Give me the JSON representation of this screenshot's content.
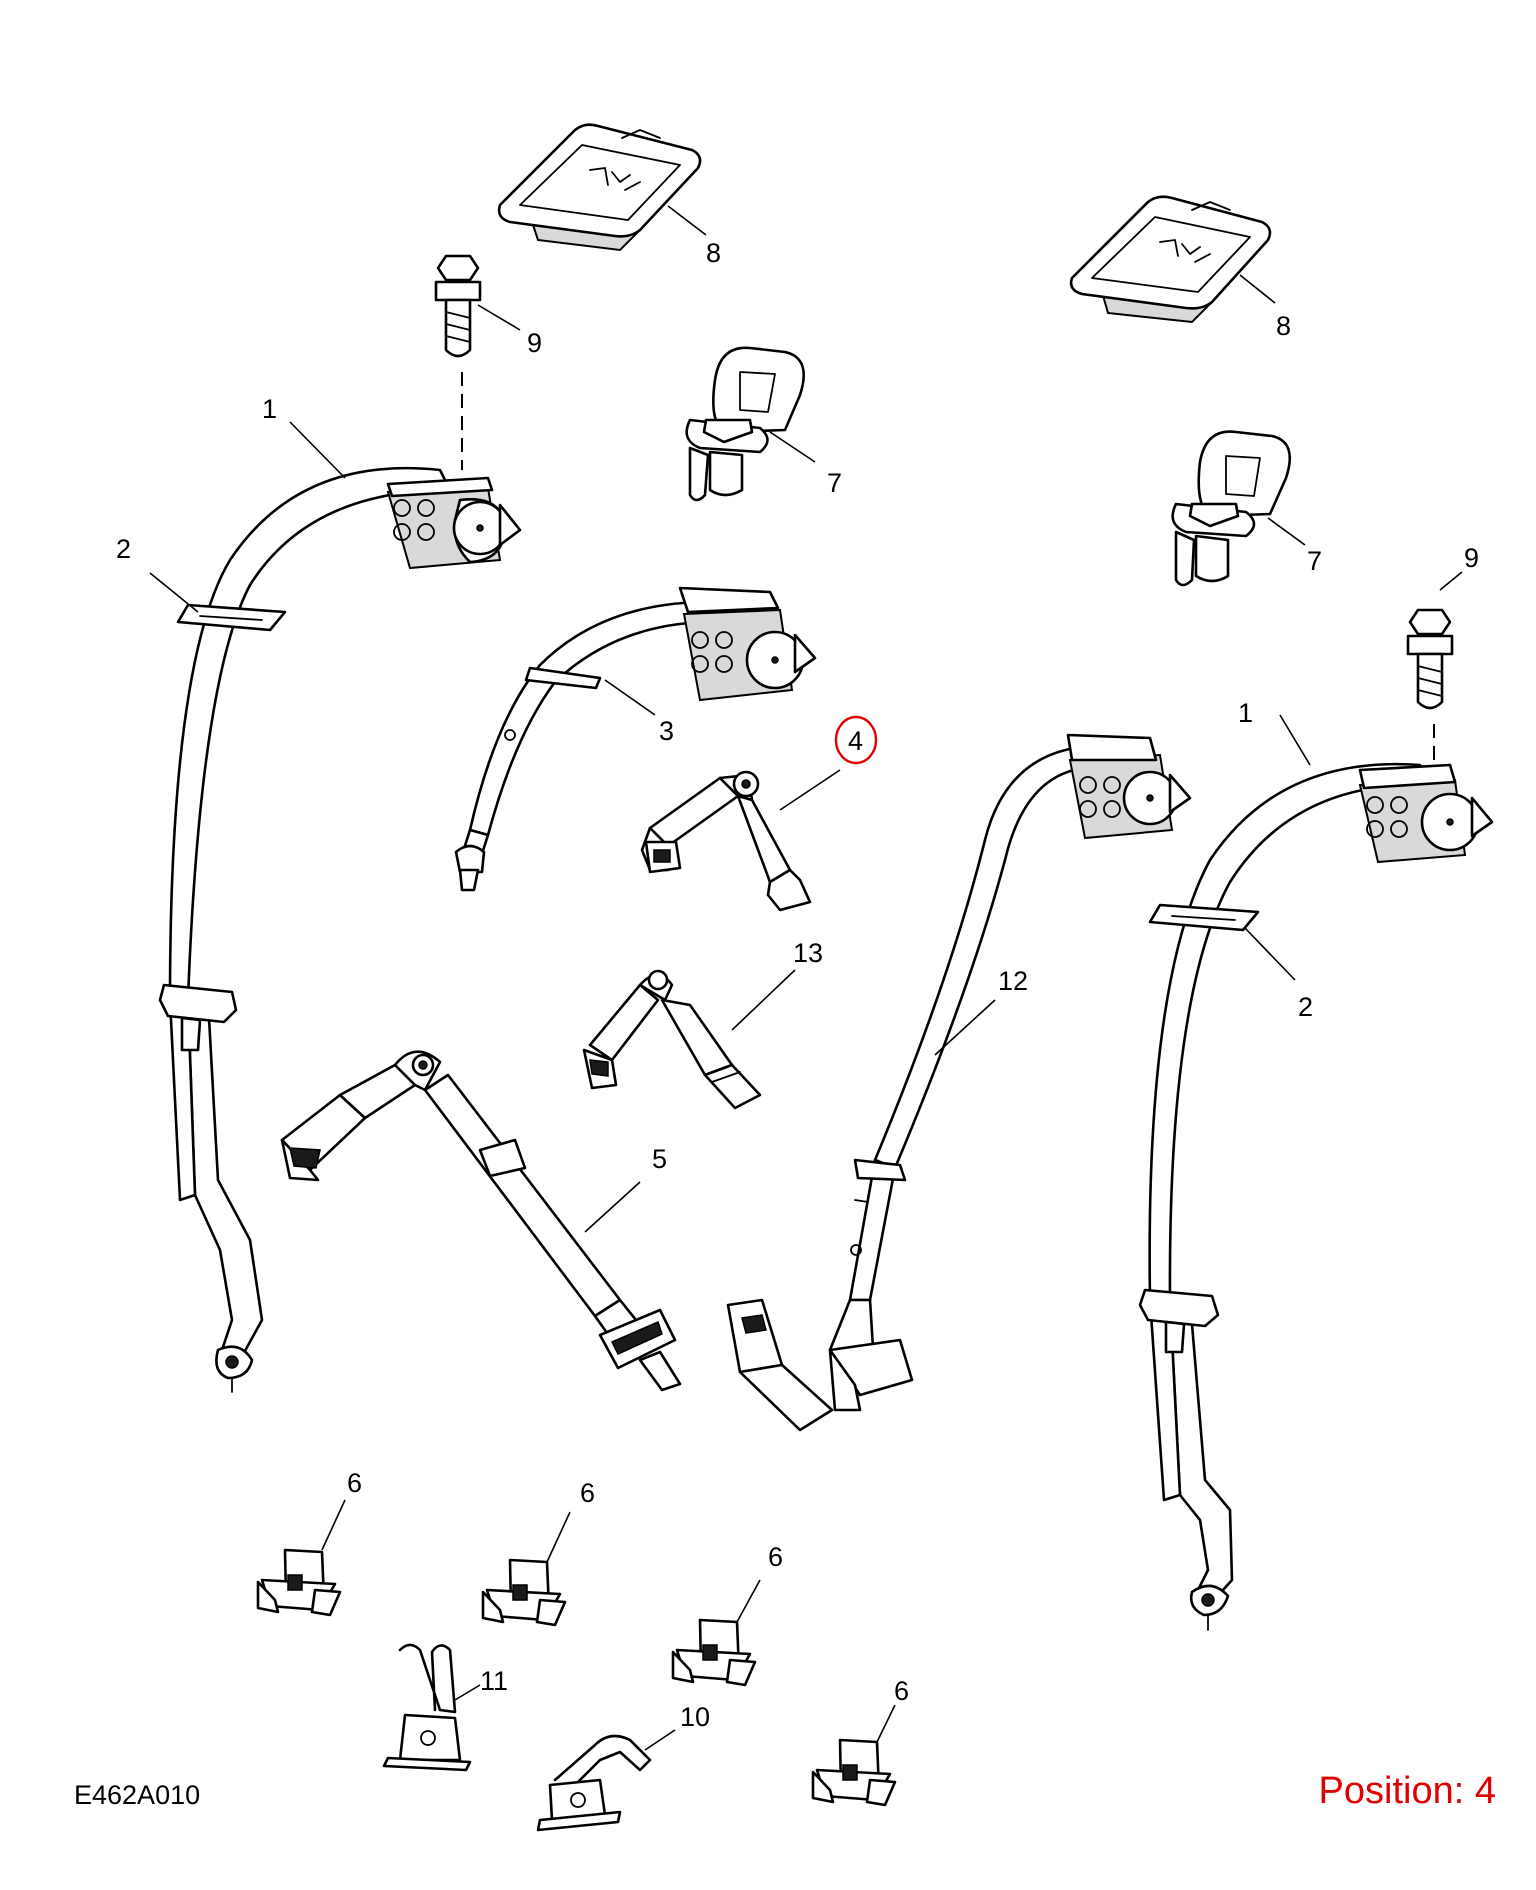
{
  "figure_code": "E462A010",
  "position_label": "Position: 4",
  "highlighted_part": "4",
  "colors": {
    "line": "#000000",
    "highlight": "#e00000",
    "background": "#ffffff"
  },
  "callouts": {
    "c8_left": "8",
    "c8_right": "8",
    "c9_left": "9",
    "c9_right": "9",
    "c7_left": "7",
    "c7_right": "7",
    "c1_left": "1",
    "c1_right": "1",
    "c2_left": "2",
    "c2_right": "2",
    "c3": "3",
    "c4": "4",
    "c13": "13",
    "c12": "12",
    "c5": "5",
    "c6_a": "6",
    "c6_b": "6",
    "c6_c": "6",
    "c6_d": "6",
    "c11": "11",
    "c10": "10"
  }
}
